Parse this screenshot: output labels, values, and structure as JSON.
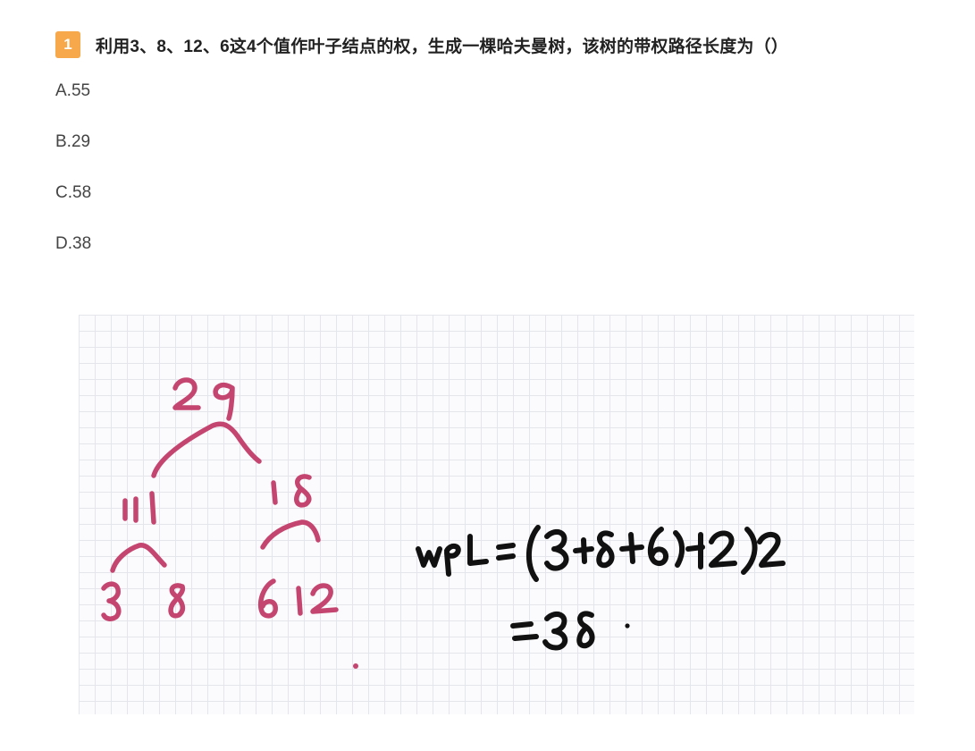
{
  "question": {
    "number": "1",
    "text": "利用3、8、12、6这4个值作叶子结点的权，生成一棵哈夫曼树，该树的带权路径长度为（）"
  },
  "options": [
    {
      "label": "A.55"
    },
    {
      "label": "B.29"
    },
    {
      "label": "C.58"
    },
    {
      "label": "D.38"
    }
  ],
  "colors": {
    "badge": "#f6a84a",
    "pink_ink": "#c4456f",
    "black_ink": "#111111"
  },
  "handwritten_note": {
    "tree_nodes": [
      "29",
      "11",
      "18",
      "3",
      "8",
      "6",
      "12"
    ],
    "formula": "wpL = (3+8+6)+12)2",
    "result": "= 38."
  }
}
